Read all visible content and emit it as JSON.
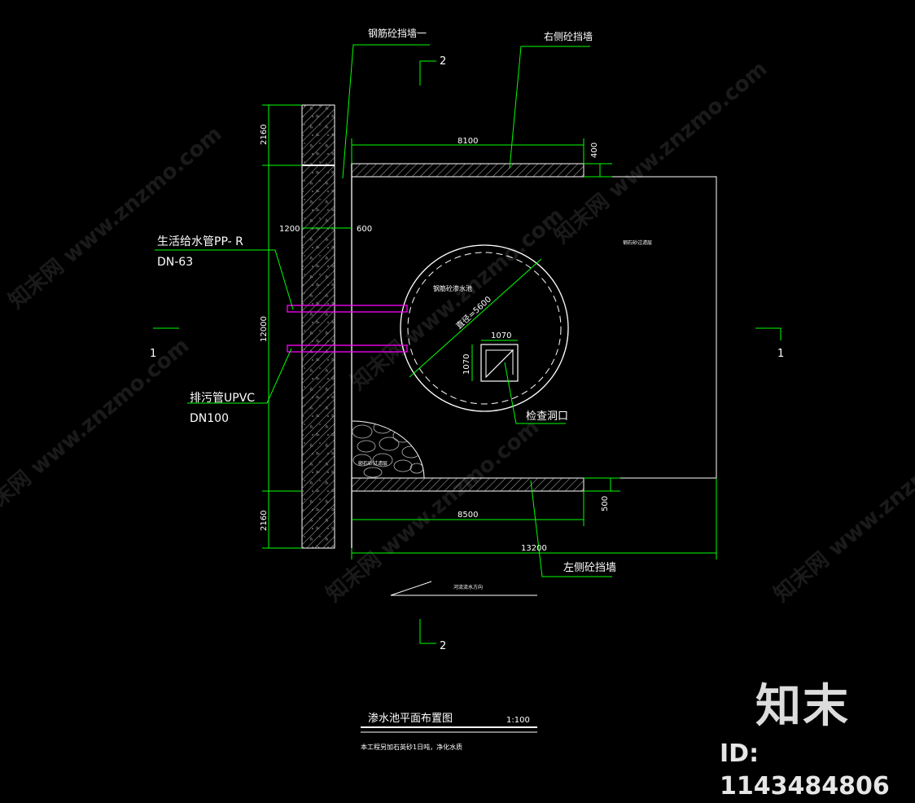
{
  "drawing": {
    "title": "渗水池平面布置图",
    "scale": "1:100",
    "note": "本工程另加石英砂1日吨，净化水质",
    "direction_label": "河流流水方向"
  },
  "labels": {
    "rebar_retaining_wall": "钢筋砼挡墙一",
    "right_wall": "右侧砼挡墙",
    "left_wall": "左侧砼挡墙",
    "water_pipe_name": "生活给水管PP- R",
    "water_pipe_size": "DN-63",
    "sewage_pipe_name": "排污管UPVC",
    "sewage_pipe_size": "DN100",
    "inspection_opening": "检查洞口",
    "seepage_tank": "钢筋砼渗水池",
    "diameter": "直径=5600",
    "right_area": "钢石砂过滤层",
    "gravel_filter": "卵石砂过滤层"
  },
  "section_marks": {
    "top": "2",
    "bottom": "2",
    "left": "1",
    "right": "1"
  },
  "dimensions": {
    "d8100": "8100",
    "d400": "400",
    "d2160_top": "2160",
    "d12000": "12000",
    "d2160_bottom": "2160",
    "d1200": "1200",
    "d600": "600",
    "d1070_h": "1070",
    "d1070_v": "1070",
    "d8500": "8500",
    "d500": "500",
    "d13200": "13200"
  },
  "watermark": {
    "text": "知末网 www.znzmo.com",
    "logo": "知末",
    "id": "ID: 1143484806"
  },
  "colors": {
    "background": "#000000",
    "leader": "#00ff00",
    "line": "#ffffff",
    "pipe": "#ff00ff",
    "hatch": "#b0b0b0"
  }
}
